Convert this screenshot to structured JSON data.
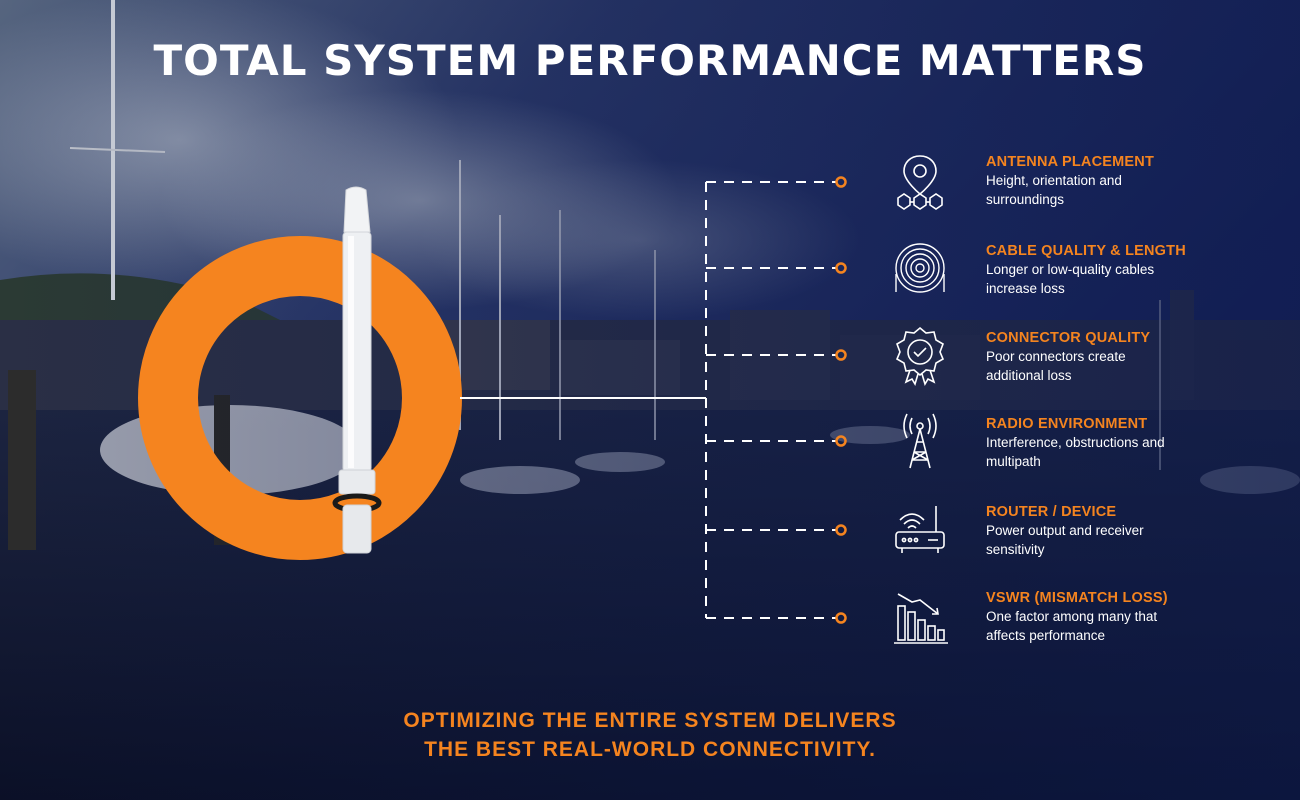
{
  "title": "TOTAL SYSTEM PERFORMANCE MATTERS",
  "factors": [
    {
      "title": "ANTENNA PLACEMENT",
      "desc": "Height, orientation and surroundings",
      "icon": "location-pin-network-icon"
    },
    {
      "title": "CABLE QUALITY & LENGTH",
      "desc": "Longer or low-quality cables increase loss",
      "icon": "coiled-cable-icon"
    },
    {
      "title": "CONNECTOR QUALITY",
      "desc": "Poor connectors create additional loss",
      "icon": "quality-badge-icon"
    },
    {
      "title": "RADIO ENVIRONMENT",
      "desc": "Interference, obstructions and multipath",
      "icon": "radio-tower-icon"
    },
    {
      "title": "ROUTER / DEVICE",
      "desc": "Power output and receiver sensitivity",
      "icon": "router-icon"
    },
    {
      "title": "VSWR (MISMATCH LOSS)",
      "desc": "One factor among many that affects performance",
      "icon": "declining-bar-chart-icon"
    }
  ],
  "footer": {
    "line1": "OPTIMIZING THE ENTIRE SYSTEM DELIVERS",
    "line2": "THE BEST REAL-WORLD CONNECTIVITY."
  },
  "colors": {
    "accent": "#f5841f",
    "sky": "#1a2a6b",
    "text": "#ffffff"
  }
}
